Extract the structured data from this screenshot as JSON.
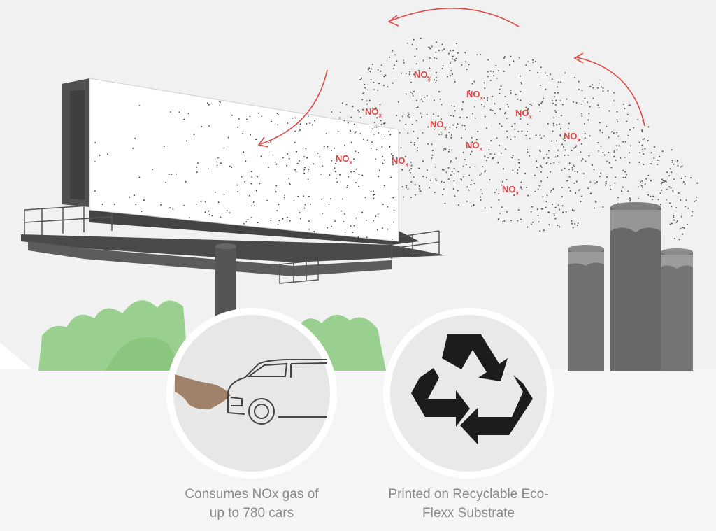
{
  "pollutant_labels": [
    {
      "main": "NO",
      "sub": "x"
    },
    {
      "main": "NO",
      "sub": "x"
    },
    {
      "main": "NO",
      "sub": "x"
    },
    {
      "main": "NO",
      "sub": "x"
    },
    {
      "main": "NO",
      "sub": "x"
    },
    {
      "main": "NO",
      "sub": "x"
    },
    {
      "main": "NO",
      "sub": "x"
    },
    {
      "main": "NO",
      "sub": "x"
    },
    {
      "main": "NO",
      "sub": "x"
    },
    {
      "main": "NO",
      "sub": "x"
    }
  ],
  "captions": {
    "left_line1": "Consumes NOx gas of",
    "left_line2": "up to 780 cars",
    "right_line1": "Printed on Recyclable Eco-",
    "right_line2": "Flexx Substrate"
  },
  "colors": {
    "background": "#f1f1f1",
    "accent_red": "#e04848",
    "billboard_gray": "#4a4a4a",
    "stack_gray": "#6f6f6f",
    "shrub_green": "#9ad08f",
    "caption_gray": "#8a8a8a"
  },
  "icons": [
    "car-icon",
    "recycle-icon",
    "billboard",
    "smokestack",
    "arrow"
  ]
}
